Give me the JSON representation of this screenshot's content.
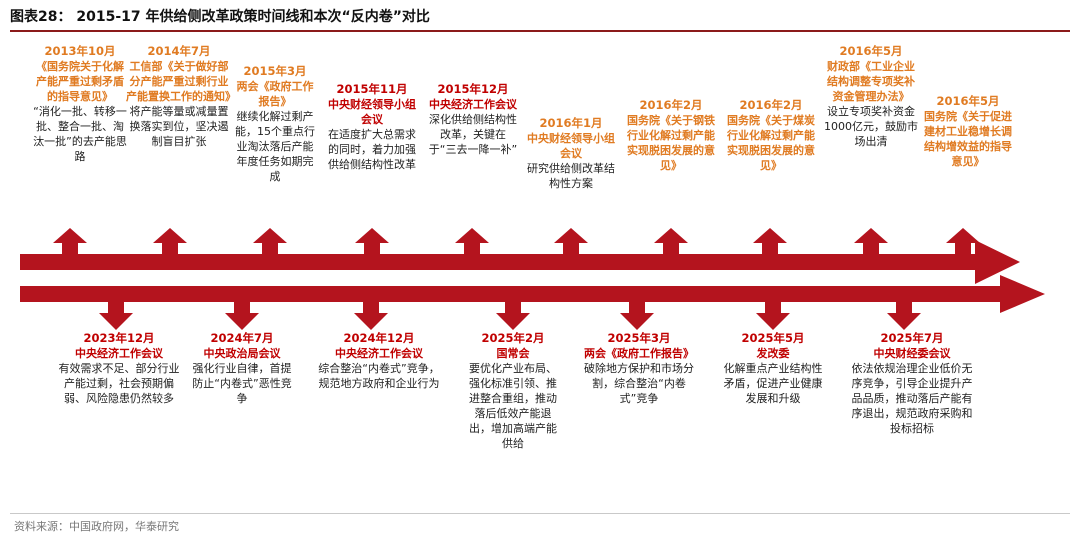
{
  "title": "图表28： 2015-17 年供给侧改革政策时间线和本次“反内卷”对比",
  "source": "资料来源：中国政府网，华泰研究",
  "colors": {
    "main_red": "#c00000",
    "arrow_red": "#b4141e",
    "orange": "#e07b22"
  },
  "top_events": [
    {
      "date": "2013年10月",
      "org": "《国务院关于化解产能严重过剩矛盾的指导意见》",
      "text": "“消化一批、转移一批、整合一批、淘汰一批”的去产能思路",
      "color": "orange"
    },
    {
      "date": "2014年7月",
      "org": "工信部《关于做好部分产能严重过剩行业产能置换工作的通知》",
      "text": "将产能等量或减量置换落实到位，坚决遏制盲目扩张",
      "color": "orange"
    },
    {
      "date": "2015年3月",
      "org": "两会《政府工作报告》",
      "text": "继续化解过剩产能，15个重点行业淘汰落后产能年度任务如期完成",
      "color": "orange"
    },
    {
      "date": "2015年11月",
      "org": "中央财经领导小组会议",
      "text": "在适度扩大总需求的同时，着力加强供给侧结构性改革",
      "color": "red"
    },
    {
      "date": "2015年12月",
      "org": "中央经济工作会议",
      "text": "深化供给侧结构性改革，关键在于“三去一降一补”",
      "color": "red"
    },
    {
      "date": "2016年1月",
      "org": "中央财经领导小组会议",
      "text": "研究供给侧改革结构性方案",
      "color": "orange"
    },
    {
      "date": "2016年2月",
      "org": "国务院《关于钢铁行业化解过剩产能实现脱困发展的意见》",
      "text": "",
      "color": "orange"
    },
    {
      "date": "2016年2月",
      "org": "国务院《关于煤炭行业化解过剩产能实现脱困发展的意见》",
      "text": "",
      "color": "orange"
    },
    {
      "date": "2016年5月",
      "org": "财政部《工业企业结构调整专项奖补资金管理办法》",
      "text": "设立专项奖补资金1000亿元，鼓励市场出清",
      "color": "orange"
    },
    {
      "date": "2016年5月",
      "org": "国务院《关于促进建材工业稳增长调结构增效益的指导意见》",
      "text": "",
      "color": "orange"
    }
  ],
  "bottom_events": [
    {
      "date": "2023年12月",
      "org": "中央经济工作会议",
      "text": "有效需求不足、部分行业产能过剩，社会预期偏弱、风险隐患仍然较多"
    },
    {
      "date": "2024年7月",
      "org": "中央政治局会议",
      "text": "强化行业自律，首提防止“内卷式”恶性竞争"
    },
    {
      "date": "2024年12月",
      "org": "中央经济工作会议",
      "text": "综合整治“内卷式”竞争，规范地方政府和企业行为"
    },
    {
      "date": "2025年2月",
      "org": "国常会",
      "text": "要优化产业布局、强化标准引领、推进整合重组，推动落后低效产能退出，增加高端产能供给"
    },
    {
      "date": "2025年3月",
      "org": "两会《政府工作报告》",
      "text": "破除地方保护和市场分割，综合整治“内卷式”竞争"
    },
    {
      "date": "2025年5月",
      "org": "发改委",
      "text": "化解重点产业结构性矛盾，促进产业健康发展和升级"
    },
    {
      "date": "2025年7月",
      "org": "中央财经委会议",
      "text": "依法依规治理企业低价无序竞争，引导企业提升产品品质，推动落后产能有序退出，规范政府采购和投标招标"
    }
  ]
}
